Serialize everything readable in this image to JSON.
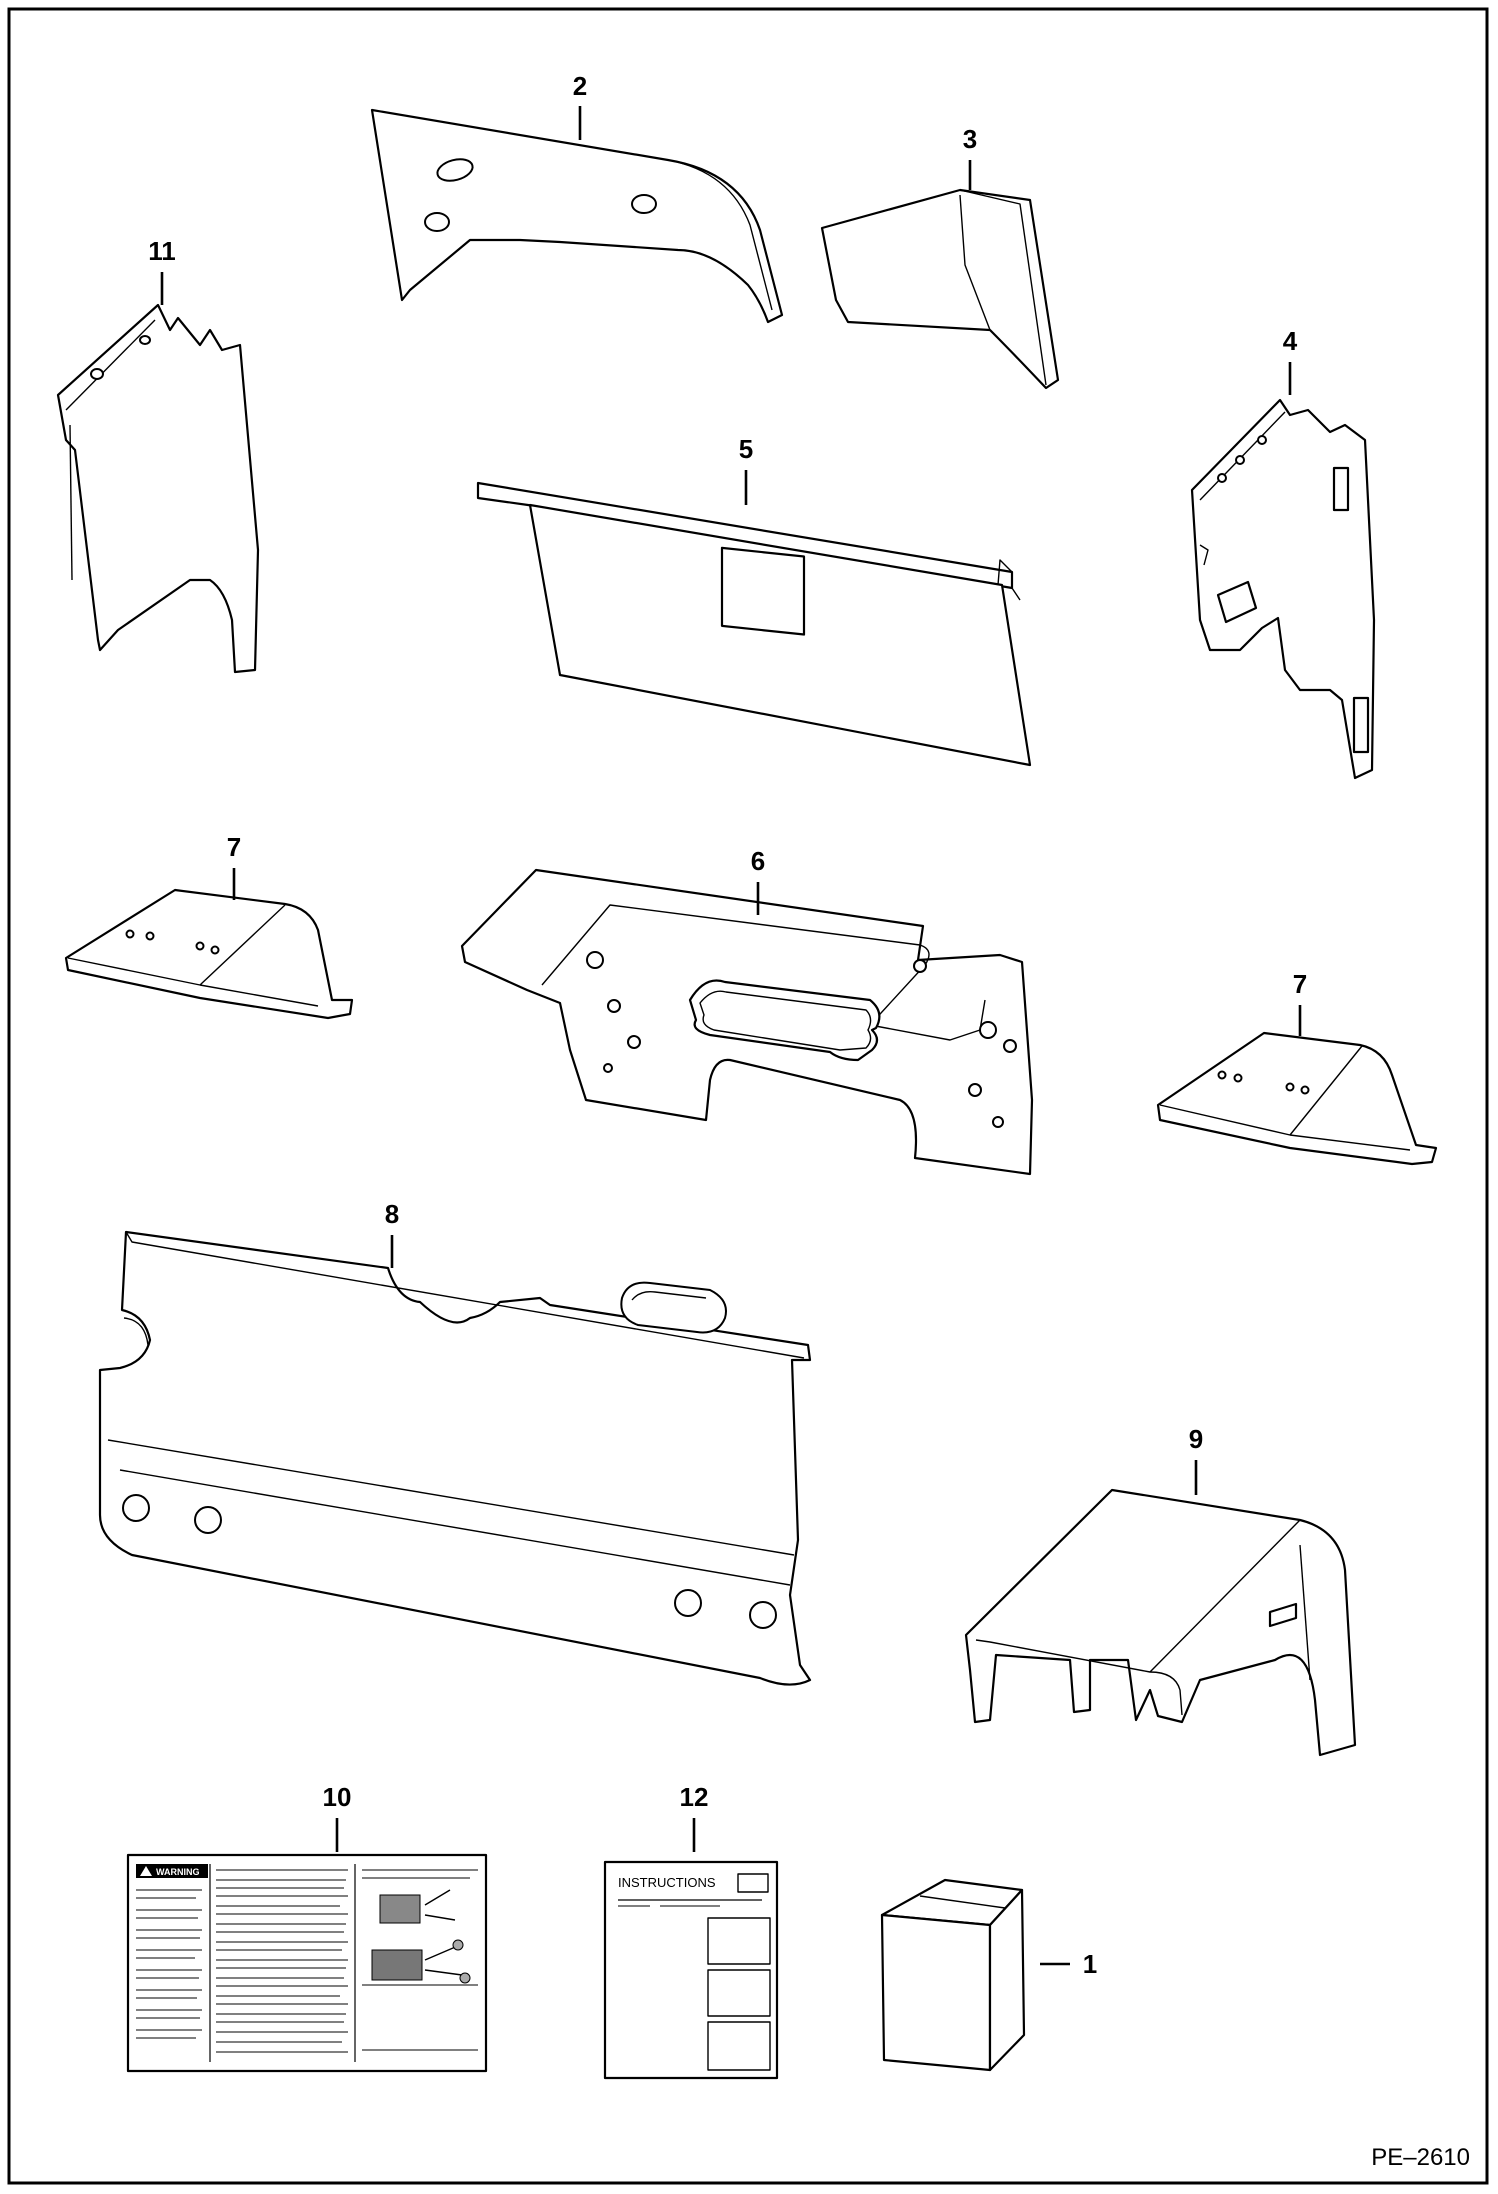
{
  "figure": {
    "code": "PE–2610",
    "frame_color": "#000000",
    "background": "#ffffff"
  },
  "callouts": [
    {
      "id": "p2",
      "label": "2"
    },
    {
      "id": "p3",
      "label": "3"
    },
    {
      "id": "p11",
      "label": "11"
    },
    {
      "id": "p4",
      "label": "4"
    },
    {
      "id": "p5",
      "label": "5"
    },
    {
      "id": "p7a",
      "label": "7"
    },
    {
      "id": "p6",
      "label": "6"
    },
    {
      "id": "p7b",
      "label": "7"
    },
    {
      "id": "p8",
      "label": "8"
    },
    {
      "id": "p9",
      "label": "9"
    },
    {
      "id": "p10",
      "label": "10"
    },
    {
      "id": "p12",
      "label": "12"
    },
    {
      "id": "p1",
      "label": "1"
    }
  ],
  "decal": {
    "warning_label": "WARNING"
  },
  "instructions_booklet": {
    "title": "INSTRUCTIONS"
  }
}
